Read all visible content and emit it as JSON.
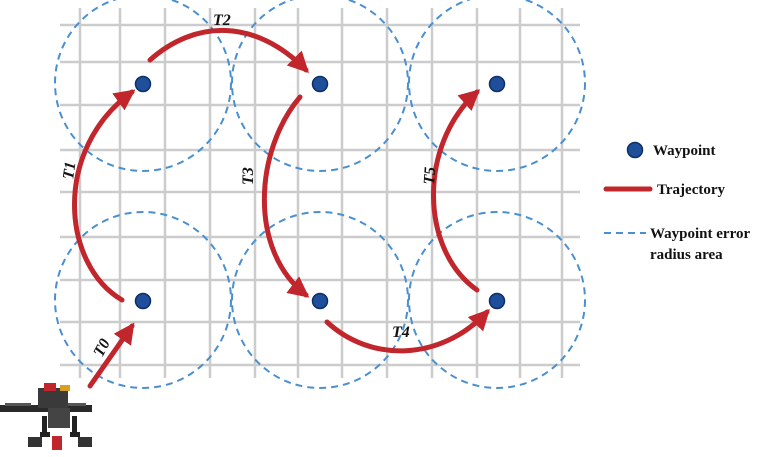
{
  "labels": {
    "t0": "T0",
    "t1": "T1",
    "t2": "T2",
    "t3": "T3",
    "t4": "T4",
    "t5": "T5"
  },
  "legend": {
    "waypoint": "Waypoint",
    "trajectory": "Trajectory",
    "error_line1": "Waypoint error",
    "error_line2": "radius area"
  },
  "colors": {
    "waypoint_fill": "#1f4e9a",
    "trajectory": "#c0262b",
    "error_circle": "#4a8fd0",
    "grid": "#cccccc"
  },
  "icons": {
    "drone": "quadcopter-drone-icon"
  }
}
